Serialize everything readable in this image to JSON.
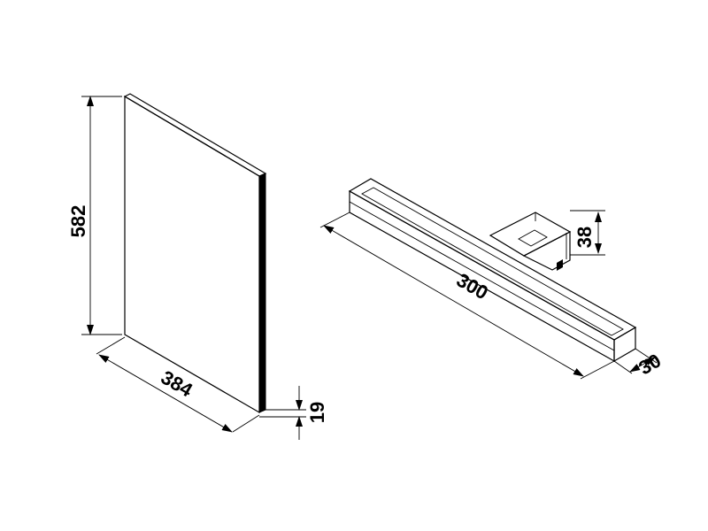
{
  "panel": {
    "height_label": "582",
    "width_label": "384",
    "thickness_label": "19"
  },
  "lamp": {
    "length_label": "300",
    "bracket_label": "38",
    "depth_label": "30"
  },
  "colors": {
    "line": "#000000",
    "background": "#ffffff"
  }
}
